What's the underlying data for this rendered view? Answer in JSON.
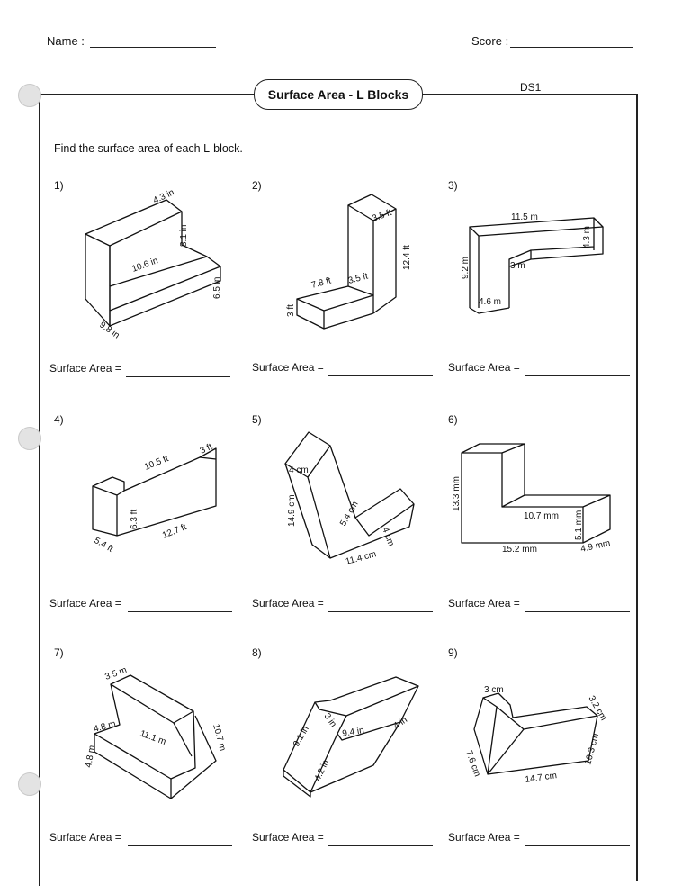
{
  "header": {
    "name_label": "Name :",
    "score_label": "Score :",
    "code": "DS1"
  },
  "title": "Surface Area - L Blocks",
  "instructions": "Find the surface area of each L-block.",
  "answer_label": "Surface Area =",
  "problems": [
    {
      "number": "1)",
      "dims": [
        "4.3 in",
        "8.1 in",
        "10.6 in",
        "6.5 in",
        "9.8 in"
      ]
    },
    {
      "number": "2)",
      "dims": [
        "3.5 ft",
        "12.4 ft",
        "7.8 ft",
        "3.5 ft",
        "3 ft"
      ]
    },
    {
      "number": "3)",
      "dims": [
        "11.5 m",
        "4.3 m",
        "9.2 m",
        "3 m",
        "4.6 m"
      ]
    },
    {
      "number": "4)",
      "dims": [
        "10.5 ft",
        "3 ft",
        "6.3 ft",
        "12.7 ft",
        "5.4 ft"
      ]
    },
    {
      "number": "5)",
      "dims": [
        "4 cm",
        "14.9 cm",
        "5.4 cm",
        "4 cm",
        "11.4 cm"
      ]
    },
    {
      "number": "6)",
      "dims": [
        "13.3 mm",
        "10.7 mm",
        "5.1 mm",
        "15.2 mm",
        "4.9 mm"
      ]
    },
    {
      "number": "7)",
      "dims": [
        "3.5 m",
        "4.8 m",
        "11.1 m",
        "10.7 m",
        "4.8 m"
      ]
    },
    {
      "number": "8)",
      "dims": [
        "3 in",
        "9.1 in",
        "9.4 in",
        "4 in",
        "4.2 in"
      ]
    },
    {
      "number": "9)",
      "dims": [
        "3 cm",
        "3.2 cm",
        "7.6 cm",
        "10.3 cm",
        "14.7 cm"
      ]
    }
  ]
}
